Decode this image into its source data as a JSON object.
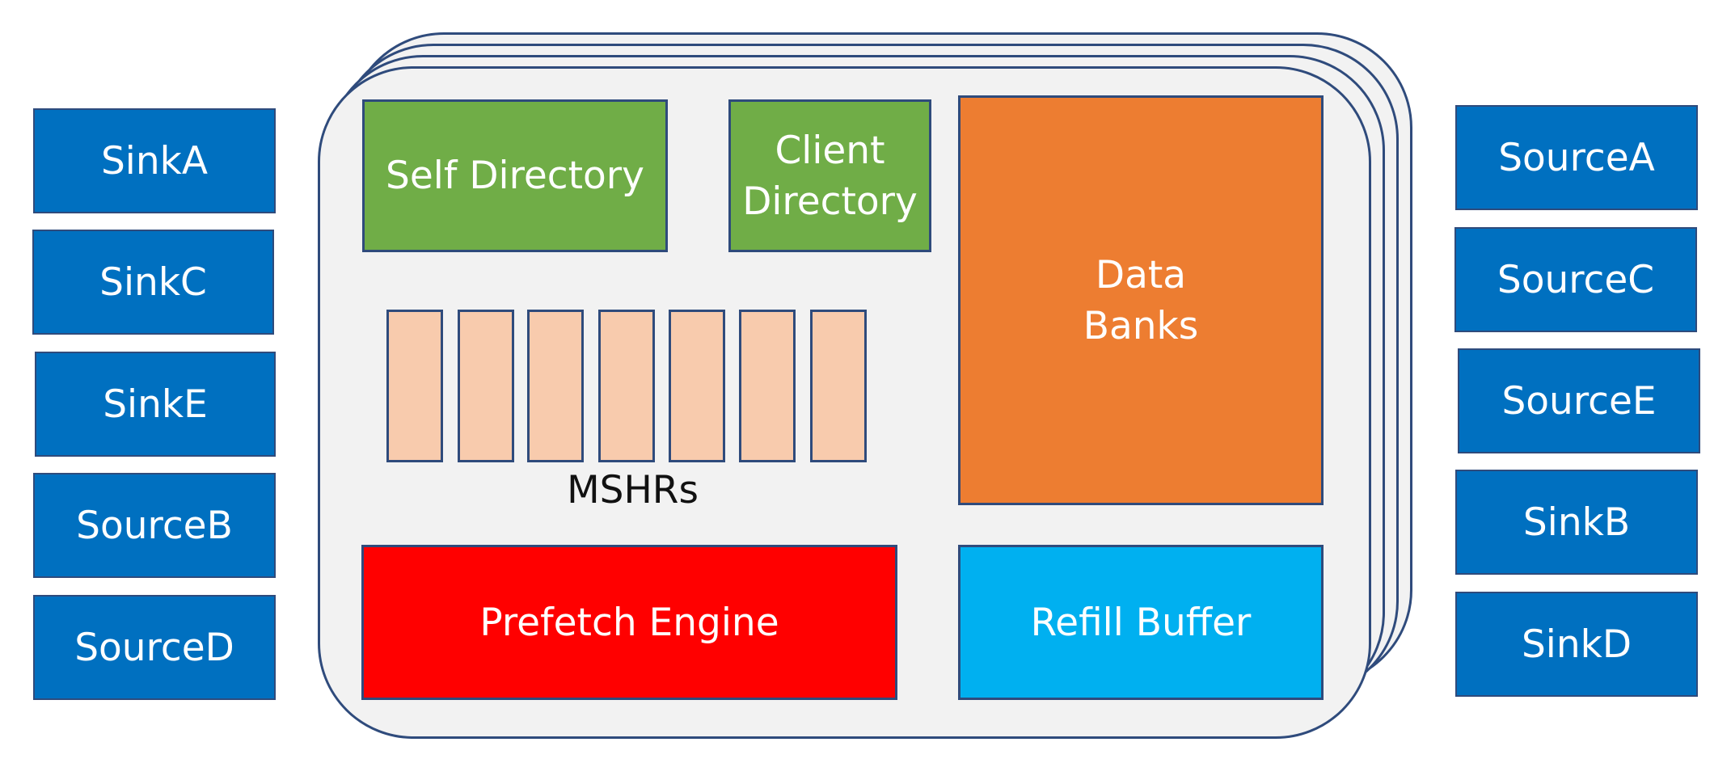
{
  "left_ports": [
    {
      "label": "SinkA"
    },
    {
      "label": "SinkC"
    },
    {
      "label": "SinkE"
    },
    {
      "label": "SourceB"
    },
    {
      "label": "SourceD"
    }
  ],
  "right_ports": [
    {
      "label": "SourceA"
    },
    {
      "label": "SourceC"
    },
    {
      "label": "SourceE"
    },
    {
      "label": "SinkB"
    },
    {
      "label": "SinkD"
    }
  ],
  "slice": {
    "self_directory": "Self Directory",
    "client_directory": "Client\nDirectory",
    "data_banks": "Data\nBanks",
    "mshrs_label": "MSHRs",
    "prefetch_engine": "Prefetch Engine",
    "refill_buffer": "Refill Buffer"
  },
  "colors": {
    "port_fill": "#0070c0",
    "outline": "#2f4b7c",
    "slice_fill": "#f2f2f2",
    "directory_fill": "#70ad47",
    "data_banks_fill": "#ed7d31",
    "mshr_fill": "#f8cbad",
    "prefetch_fill": "#ff0000",
    "refill_fill": "#00b0f0"
  }
}
